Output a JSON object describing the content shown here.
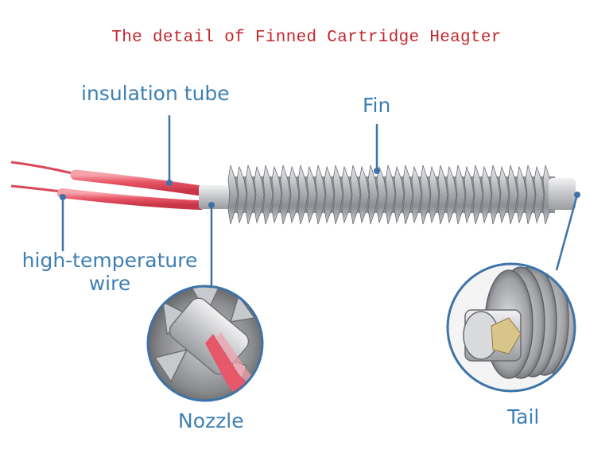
{
  "title": "The detail of Finned Cartridge Heagter",
  "labels": {
    "insulation_tube": "insulation tube",
    "fin": "Fin",
    "high_temperature_line1": "high-temperature",
    "high_temperature_line2": "wire",
    "nozzle": "Nozzle",
    "tail": "Tail"
  },
  "colors": {
    "title": "#c0282d",
    "label": "#3e7fb3",
    "wire": "#e0505e",
    "metal": "#a8aaae",
    "circle_border": "#3d73a8"
  }
}
